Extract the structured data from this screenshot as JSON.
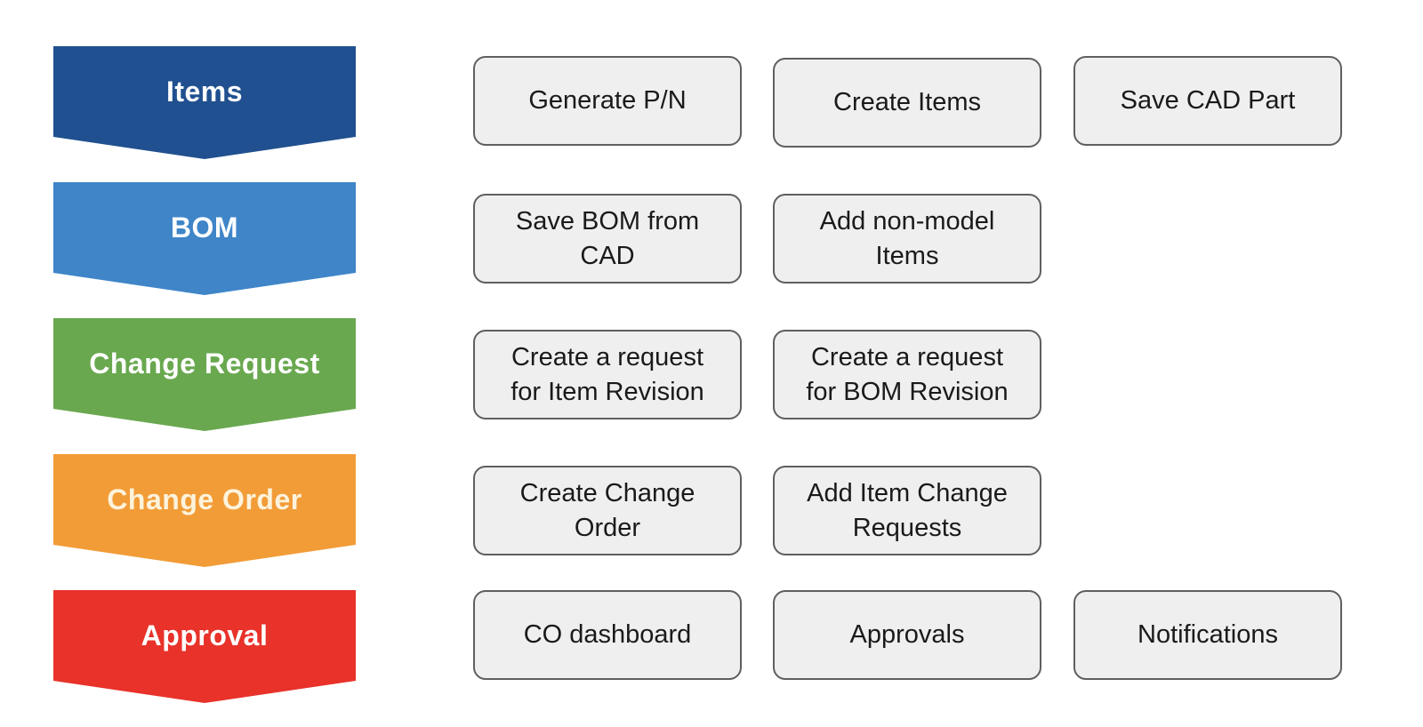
{
  "stages": [
    {
      "label": "Items",
      "color": "#20508f",
      "shade": "#1c4a86"
    },
    {
      "label": "BOM",
      "color": "#3f85c8",
      "shade": "#3a7dbe"
    },
    {
      "label": "Change Request",
      "color": "#69a84f",
      "shade": "#62a049"
    },
    {
      "label": "Change Order",
      "color": "#f29c38",
      "shade": "#ee9530"
    },
    {
      "label": "Approval",
      "color": "#e8322a",
      "shade": "#e02d26"
    }
  ],
  "steps": {
    "items": [
      "Generate P/N",
      "Create Items",
      "Save CAD Part"
    ],
    "bom": [
      "Save BOM from\nCAD",
      "Add non-model\nItems"
    ],
    "change_request": [
      "Create a request\nfor Item Revision",
      "Create a request\nfor BOM Revision"
    ],
    "change_order": [
      "Create Change\nOrder",
      "Add Item Change\nRequests"
    ],
    "approval": [
      "CO dashboard",
      "Approvals",
      "Notifications"
    ]
  }
}
